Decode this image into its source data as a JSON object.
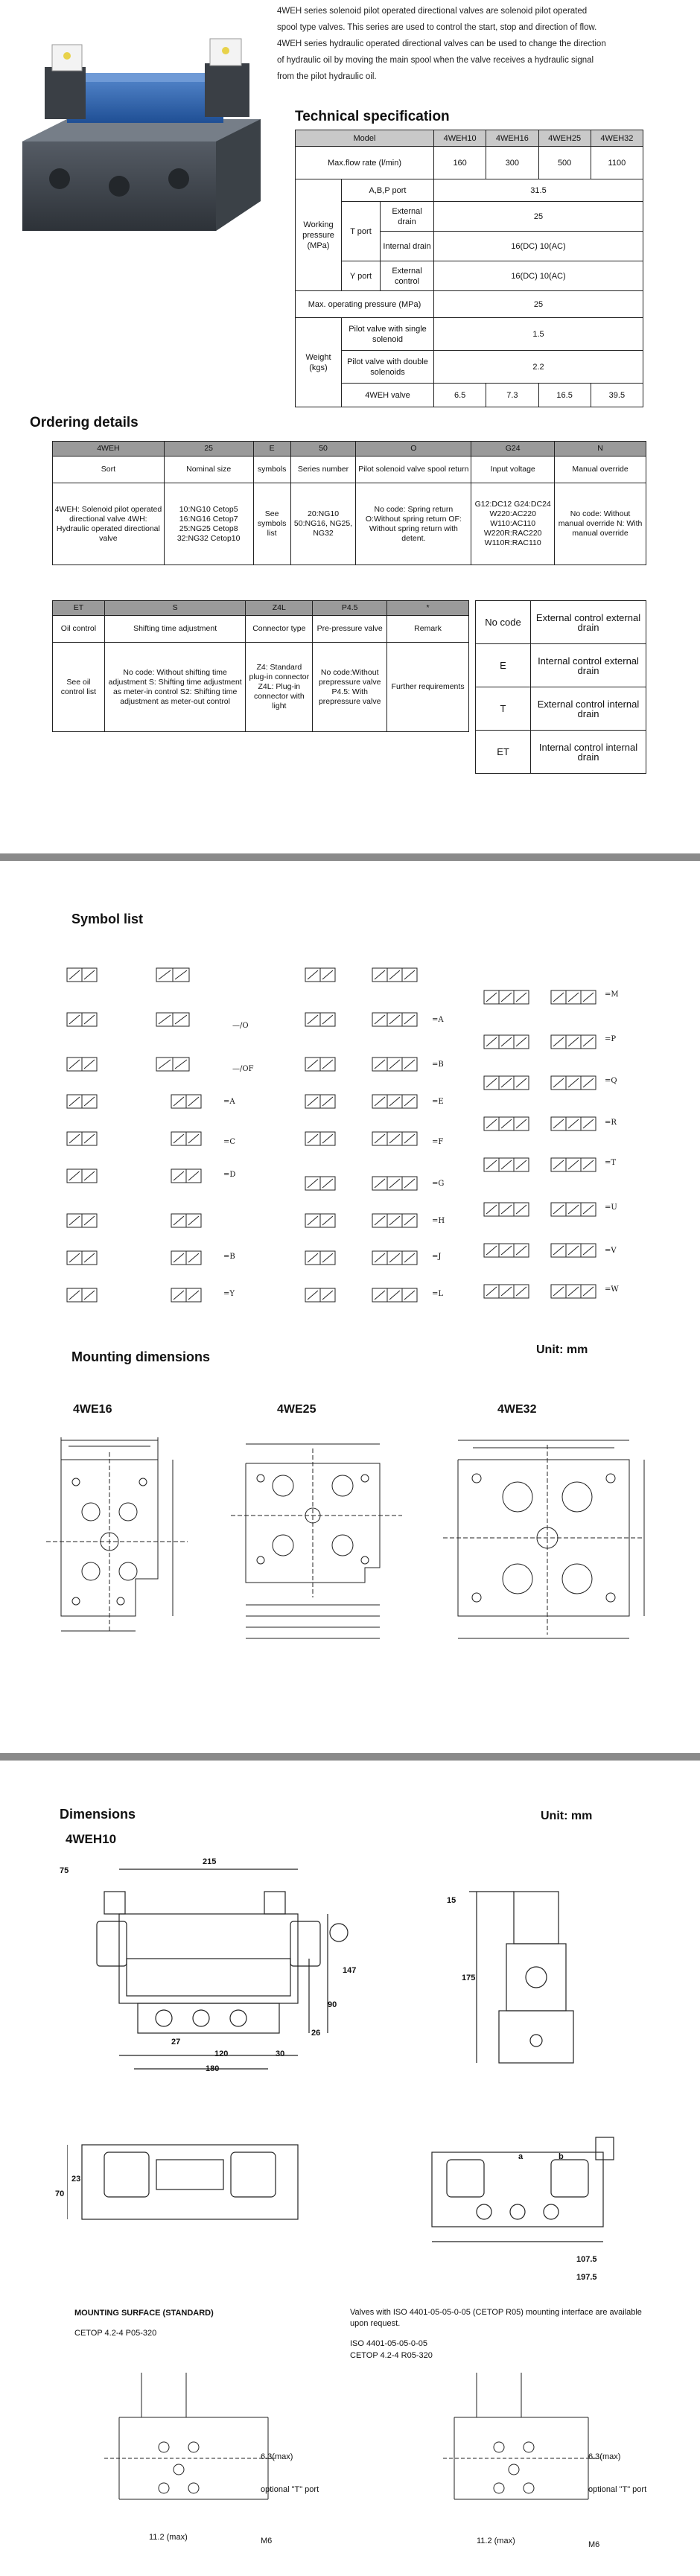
{
  "intro": [
    "4WEH series solenoid pilot operated directional valves are solenoid pilot operated",
    "spool type valves. This series are used to control the start, stop and direction of flow.",
    "4WEH series hydraulic operated directional valves can be used to change the direction",
    "of hydraulic oil by moving the main spool when the valve receives a hydraulic signal",
    "from the pilot hydraulic oil."
  ],
  "tech": {
    "title": "Technical specification",
    "model_label": "Model",
    "models": [
      "4WEH10",
      "4WEH16",
      "4WEH25",
      "4WEH32"
    ],
    "flow_label": "Max.flow rate (l/min)",
    "flow": [
      "160",
      "300",
      "500",
      "1100"
    ],
    "abp_label": "A,B,P port",
    "abp_value": "31.5",
    "working_pressure": "Working pressure (MPa)",
    "t_port": "T port",
    "external_drain": "External drain",
    "external_drain_value": "25",
    "internal_drain": "Internal drain",
    "internal_drain_value": "16(DC)  10(AC)",
    "y_port": "Y port",
    "external_control": "External control",
    "external_control_value": "16(DC)  10(AC)",
    "max_op_label": "Max. operating pressure (MPa)",
    "max_op_value": "25",
    "weight": "Weight (kgs)",
    "pilot_single": "Pilot valve with single solenoid",
    "pilot_single_value": "1.5",
    "pilot_double": "Pilot valve with double solenoids",
    "pilot_double_value": "2.2",
    "valve_label": "4WEH valve",
    "valve_weights": [
      "6.5",
      "7.3",
      "16.5",
      "39.5"
    ]
  },
  "ordering": {
    "title": "Ordering details",
    "codes": [
      "4WEH",
      "25",
      "E",
      "50",
      "O",
      "G24",
      "N"
    ],
    "headers": [
      "Sort",
      "Nominal size",
      "symbols",
      "Series number",
      "Pilot solenoid valve spool return",
      "Input voltage",
      "Manual override"
    ],
    "sort": "4WEH: Solenoid pilot operated directional valve 4WH: Hydraulic operated directional valve",
    "nominal": "10:NG10 Cetop5 16:NG16 Cetop7 25:NG25 Cetop8 32:NG32 Cetop10",
    "symbols": "See symbols list",
    "series": "20:NG10 50:NG16, NG25, NG32",
    "spool": "No code: Spring return O:Without spring return OF: Without spring return with detent.",
    "voltage": "G12:DC12 G24:DC24 W220:AC220 W110:AC110 W220R:RAC220 W110R:RAC110",
    "manual": "No code: Without manual override N: With manual override",
    "codes2": [
      "ET",
      "S",
      "Z4L",
      "P4.5",
      "*"
    ],
    "headers2": [
      "Oil control",
      "Shifting time adjustment",
      "Connector type",
      "Pre-pressure valve",
      "Remark"
    ],
    "oil": "See oil control list",
    "shifting": "No code: Without shifting time adjustment S: Shifting time adjustment as meter-in control S2: Shifting time adjustment as meter-out control",
    "connector": "Z4: Standard plug-in connector Z4L: Plug-in connector with light",
    "prepressure": "No code:Without prepressure valve P4.5: With prepressure valve",
    "remark": "Further requirements",
    "oil_list": [
      {
        "code": "No code",
        "desc": "External control external drain"
      },
      {
        "code": "E",
        "desc": "Internal control external drain"
      },
      {
        "code": "T",
        "desc": "External control internal drain"
      },
      {
        "code": "ET",
        "desc": "Internal control internal drain"
      }
    ]
  },
  "symbols": {
    "title": "Symbol list",
    "col1": [
      "=A",
      "=C",
      "=D",
      "=B",
      "=Y"
    ],
    "col2": [
      "=A",
      "=B",
      "=E",
      "=F",
      "=G",
      "=H",
      "=J",
      "=L"
    ],
    "col3": [
      "=M",
      "=P",
      "=Q",
      "=R",
      "=T",
      "=U",
      "=V",
      "=W"
    ],
    "top": [
      "—/O",
      "—/OF"
    ]
  },
  "mounting": {
    "title": "Mounting dimensions",
    "unit": "Unit: mm",
    "labels": [
      "4WE16",
      "4WE25",
      "4WE32"
    ]
  },
  "dimensions": {
    "title": "Dimensions",
    "model": "4WEH10",
    "unit": "Unit: mm",
    "nums": [
      "75",
      "215",
      "147",
      "90",
      "26",
      "27",
      "120",
      "30",
      "180",
      "15",
      "175",
      "23",
      "70",
      "107.5",
      "197.5",
      "a",
      "b"
    ],
    "mount_title": "MOUNTING SURFACE (STANDARD)",
    "cetop1": "CETOP 4.2-4   P05-320",
    "iso_note": "Valves with ISO 4401-05-05-0-05 (CETOP R05) mounting interface are  available  upon  request.",
    "iso": "ISO   4401-05-05-0-05",
    "cetop2": "CETOP 4.2-4   R05-320",
    "opt_t": "optional \"T\" port",
    "m6": "M6",
    "d63": "6.3(max)",
    "d112": "11.2 (max)"
  }
}
